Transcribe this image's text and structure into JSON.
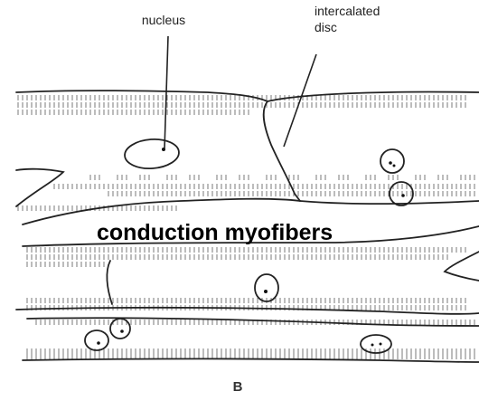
{
  "diagram": {
    "labels": {
      "nucleus": "nucleus",
      "intercalated_line1": "intercalated",
      "intercalated_line2": "disc",
      "overlay_title": "conduction myofibers",
      "panel_letter": "B"
    }
  }
}
